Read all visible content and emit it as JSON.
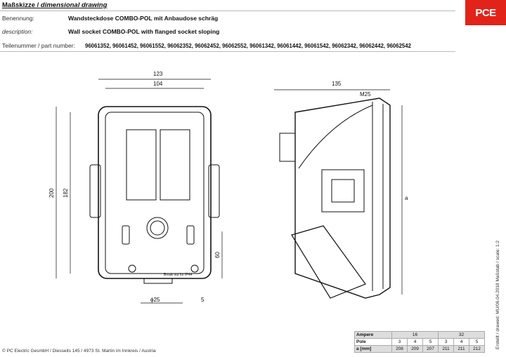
{
  "header": {
    "title_de": "Maßskizze",
    "title_sep": " / ",
    "title_en": "dimensional drawing",
    "naming_label": "Benennung:",
    "naming_value": "Wandsteckdose COMBO-POL mit Anbaudose schräg",
    "description_label": "description:",
    "description_value": "Wall socket COMBO-POL with flanged socket sloping",
    "partno_label": "Teilenummer / part number:",
    "partno_value": "96061352, 96061452, 96061552, 96062352, 96062452, 96062552, 96061342, 96061442, 96061542, 96062342, 96062442, 96062542"
  },
  "logo": {
    "text": "PCE",
    "color": "#e2231a"
  },
  "dimensions": {
    "front_width_outer": "123",
    "front_width_inner": "104",
    "height_outer": "200",
    "height_inner": "182",
    "bottom_height": "60",
    "diameter": "ϕ25",
    "edge": "5",
    "breakout": "Break out for IP44",
    "gland": "M25",
    "side_width": "135",
    "side_variable": "a"
  },
  "table": {
    "ampere_label": "Ampere",
    "ampere": [
      "16",
      "32"
    ],
    "pole_label": "Pole",
    "poles": [
      "3",
      "4",
      "5",
      "3",
      "4",
      "5"
    ],
    "a_label": "a [mm]",
    "a_values": [
      "208",
      "209",
      "207",
      "211",
      "211",
      "212"
    ]
  },
  "footer": "© PC Electric GesmbH / Diesseits 145 / 4973 St. Martin im Innkreis / Austria",
  "side_note": "Erstellt / drawed: MU/06.04.2018     Maßstab / scale: 1:2"
}
